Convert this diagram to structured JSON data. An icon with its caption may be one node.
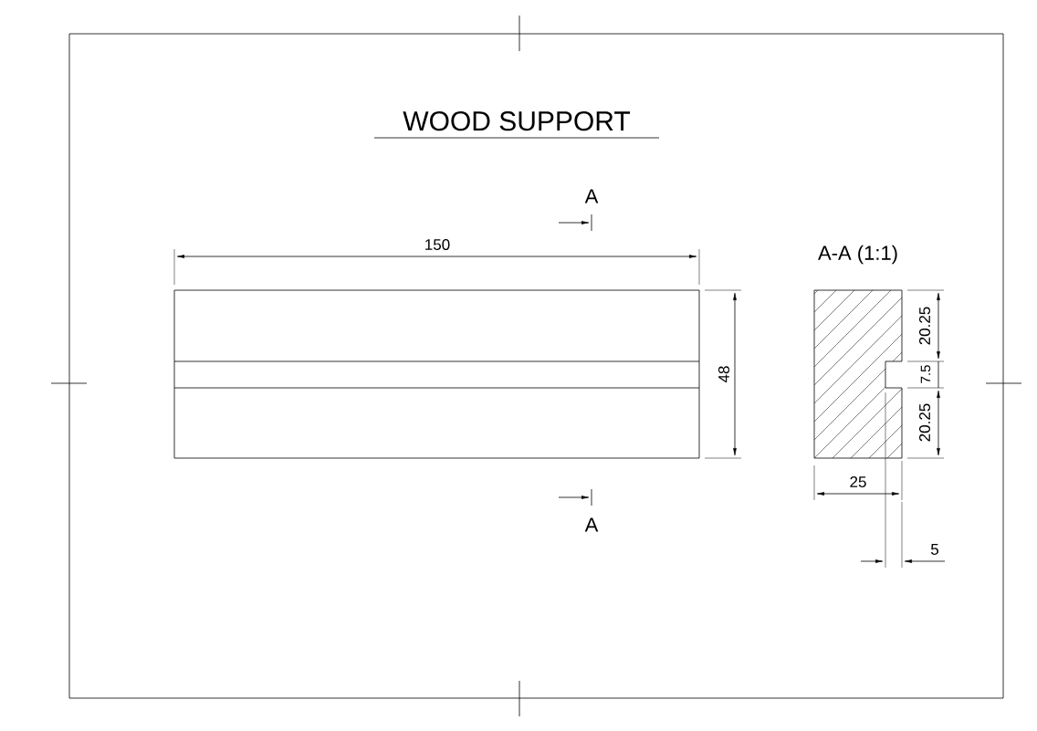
{
  "diagram": {
    "title": "WOOD SUPPORT",
    "labels": [
      "A",
      "150",
      "A-A (1:1)",
      "20.25",
      "48",
      "7.5",
      "20.25",
      "25",
      "A",
      "5"
    ]
  }
}
